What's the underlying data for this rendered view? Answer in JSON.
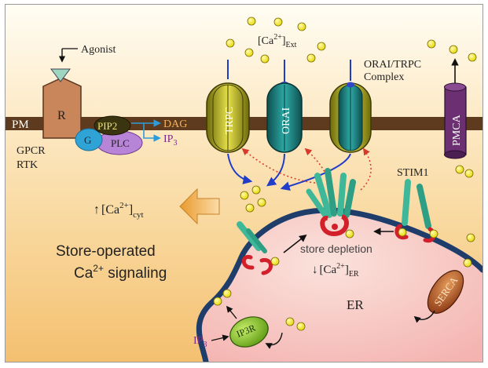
{
  "labels": {
    "agonist": "Agonist",
    "pm": "PM",
    "receptor": "R",
    "gpcr": "GPCR",
    "rtk": "RTK",
    "g": "G",
    "pip2": "PIP2",
    "plc": "PLC",
    "dag": "DAG",
    "ip3_base": "IP",
    "ip3_sub": "3",
    "ca_ext_pre": "[Ca",
    "ca_ext_sup": "2+",
    "ca_ext_post": "]",
    "ca_ext_sub": "Ext",
    "trpc": "TRPC",
    "orai": "ORAI",
    "complex_line1": "ORAI/TRPC",
    "complex_line2": "Complex",
    "pmca": "PMCA",
    "stim1": "STIM1",
    "ca_cyt_arrow": "↑",
    "ca_cyt_pre": "[Ca",
    "ca_cyt_sup": "2+",
    "ca_cyt_post": "]",
    "ca_cyt_sub": "cyt",
    "soc_line1": "Store-operated",
    "soc_line2_pre": "Ca",
    "soc_line2_sup": "2+",
    "soc_line2_post": " signaling",
    "store_depletion": "store depletion",
    "ca_er_arrow": "↓",
    "ca_er_pre": "[Ca",
    "ca_er_sup": "2+",
    "ca_er_post": "]",
    "ca_er_sub": "ER",
    "er": "ER",
    "serca": "SERCA",
    "ip3r": "IP3R",
    "ip3_lower_base": "IP",
    "ip3_lower_sub": "3"
  },
  "colors": {
    "background_top": "#fffdf2",
    "background_bottom": "#f4c27a",
    "membrane": "#5e3b1e",
    "er_lumen": "#f7c7c2",
    "er_membrane": "#1f3d6b",
    "calcium_ion": "#f3e600",
    "trpc": "#b5b01e",
    "orai": "#1f7f7f",
    "stim1": "#3fb89a",
    "stim_hand": "#d21f2a",
    "pmca": "#6b2f72",
    "serca": "#b7582a",
    "ip3r": "#7db52a",
    "plc": "#b884d8",
    "g_protein": "#2fa3d6",
    "pip2": "#7d6f1c",
    "dag": "#2f9bd8",
    "ip3": "#7c2a8c",
    "efflux_arrow": "#f2b25c",
    "signal_arrow_dotted": "#d63a2a",
    "conduction_arrow": "#1f3dc9"
  }
}
